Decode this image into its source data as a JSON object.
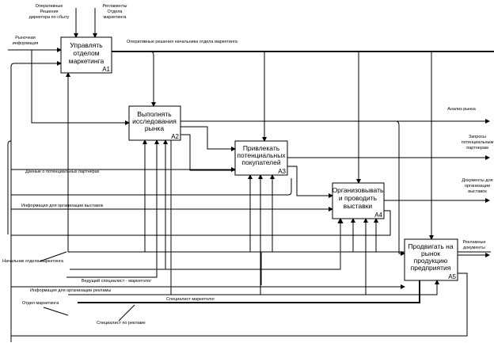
{
  "diagram": {
    "type": "IDEF0",
    "boxes": [
      {
        "id": "A1",
        "lines": [
          "Управлять",
          "отделом",
          "маркетинга"
        ]
      },
      {
        "id": "A2",
        "lines": [
          "Выполнять",
          "исследования",
          "рынка"
        ]
      },
      {
        "id": "A3",
        "lines": [
          "Привлекать",
          "потенциальных",
          "покупателей"
        ]
      },
      {
        "id": "A4",
        "lines": [
          "Организовывать",
          "и проводить",
          "выставки"
        ]
      },
      {
        "id": "A5",
        "lines": [
          "Продвигать на",
          "рынок",
          "продукцию",
          "предприятия"
        ]
      }
    ],
    "controls": {
      "decisions": [
        "Оперативные",
        "Решения",
        "директора по сбыту"
      ],
      "regulations": [
        "Регламенты",
        "Отдела",
        "маркетинга"
      ],
      "head_decisions": "Оперативные решения начальника отдела маркетинга"
    },
    "inputs": {
      "market_info": [
        "Рыночная",
        "информация"
      ],
      "partners_data": "Данные о потенциальных партнерах",
      "exhibition_info": "Информация для организации выставок",
      "ad_info": "Информация для организации рекламы"
    },
    "outputs": {
      "market_analysis": "Анализ рынка",
      "partner_requests": [
        "Запросы",
        "потенциальным",
        "партнерам"
      ],
      "exhibition_docs": [
        "Документы для",
        "организации",
        "выставок"
      ],
      "ad_docs": [
        "Рекламные",
        "документы"
      ]
    },
    "mechanisms": {
      "head": "Начальник отдела маркетинга",
      "lead": "Ведущий специалист - маркетолог",
      "marketer": "Специалист маркетолог",
      "department": "Отдел маркетинга",
      "ad_specialist": "Специалист по рекламе"
    }
  }
}
